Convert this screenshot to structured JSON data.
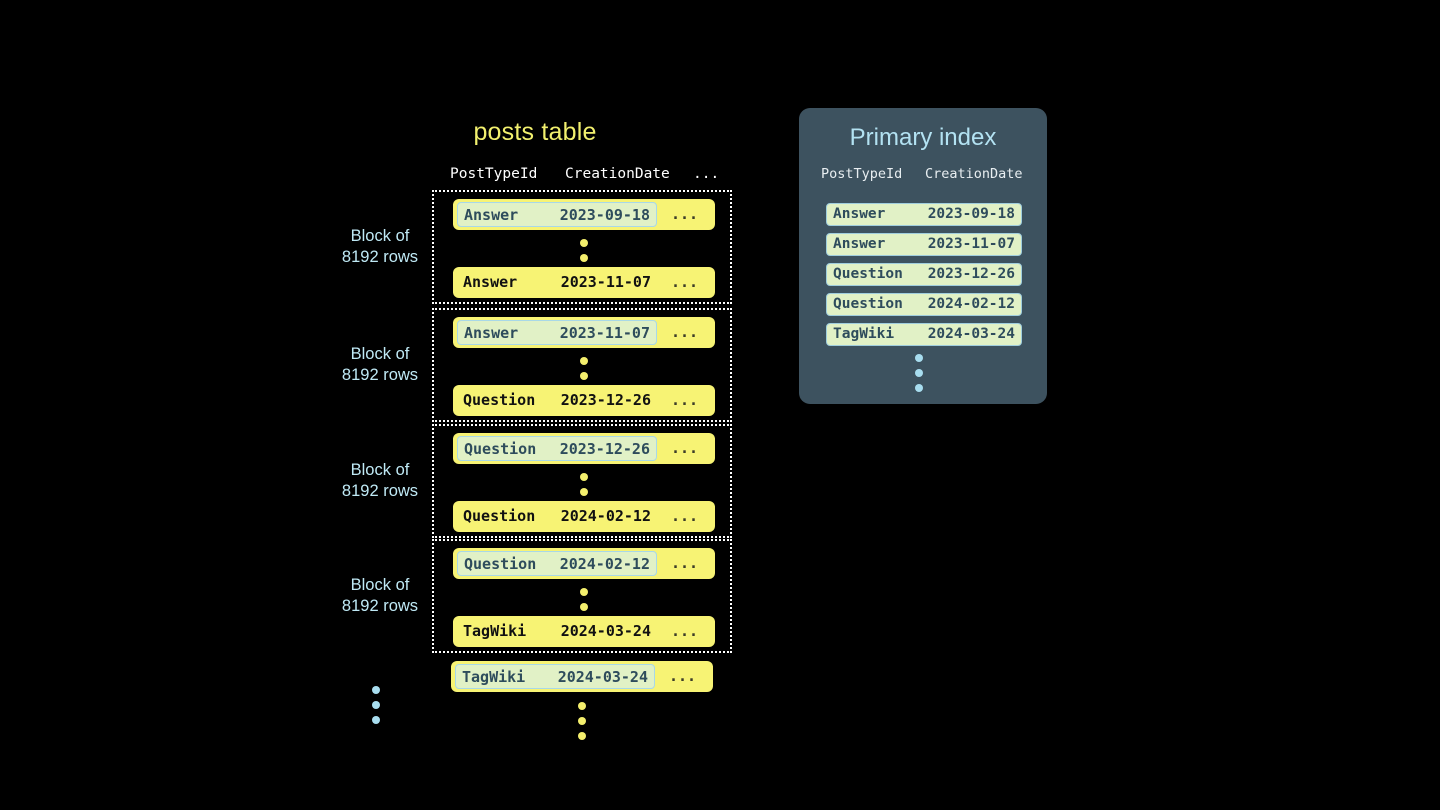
{
  "posts_table": {
    "title": "posts table",
    "columns": [
      "PostTypeId",
      "CreationDate",
      "..."
    ],
    "more_cell": "...",
    "blocks": [
      {
        "label_line1": "Block of",
        "label_line2": "8192 rows",
        "first_row": {
          "post_type_id": "Answer",
          "creation_date": "2023-09-18",
          "highlighted": true
        },
        "last_row": {
          "post_type_id": "Answer",
          "creation_date": "2023-11-07",
          "highlighted": false
        }
      },
      {
        "label_line1": "Block of",
        "label_line2": "8192 rows",
        "first_row": {
          "post_type_id": "Answer",
          "creation_date": "2023-11-07",
          "highlighted": true
        },
        "last_row": {
          "post_type_id": "Question",
          "creation_date": "2023-12-26",
          "highlighted": false
        }
      },
      {
        "label_line1": "Block of",
        "label_line2": "8192 rows",
        "first_row": {
          "post_type_id": "Question",
          "creation_date": "2023-12-26",
          "highlighted": true
        },
        "last_row": {
          "post_type_id": "Question",
          "creation_date": "2024-02-12",
          "highlighted": false
        }
      },
      {
        "label_line1": "Block of",
        "label_line2": "8192 rows",
        "first_row": {
          "post_type_id": "Question",
          "creation_date": "2024-02-12",
          "highlighted": true
        },
        "last_row": {
          "post_type_id": "TagWiki",
          "creation_date": "2024-03-24",
          "highlighted": false
        }
      }
    ],
    "trailing_row": {
      "post_type_id": "TagWiki",
      "creation_date": "2024-03-24",
      "highlighted": true
    }
  },
  "primary_index": {
    "title": "Primary index",
    "columns": [
      "PostTypeId",
      "CreationDate"
    ],
    "rows": [
      {
        "post_type_id": "Answer",
        "creation_date": "2023-09-18"
      },
      {
        "post_type_id": "Answer",
        "creation_date": "2023-11-07"
      },
      {
        "post_type_id": "Question",
        "creation_date": "2023-12-26"
      },
      {
        "post_type_id": "Question",
        "creation_date": "2024-02-12"
      },
      {
        "post_type_id": "TagWiki",
        "creation_date": "2024-03-24"
      }
    ]
  },
  "colors": {
    "background": "#000000",
    "row_yellow": "#f7f374",
    "highlight_green": "#e1f1c6",
    "highlight_border": "#a8d8e8",
    "panel_slate": "#3d525f",
    "accent_cyan": "#b3e2f2",
    "title_yellow": "#f2f06e",
    "block_border": "#ffffff"
  }
}
